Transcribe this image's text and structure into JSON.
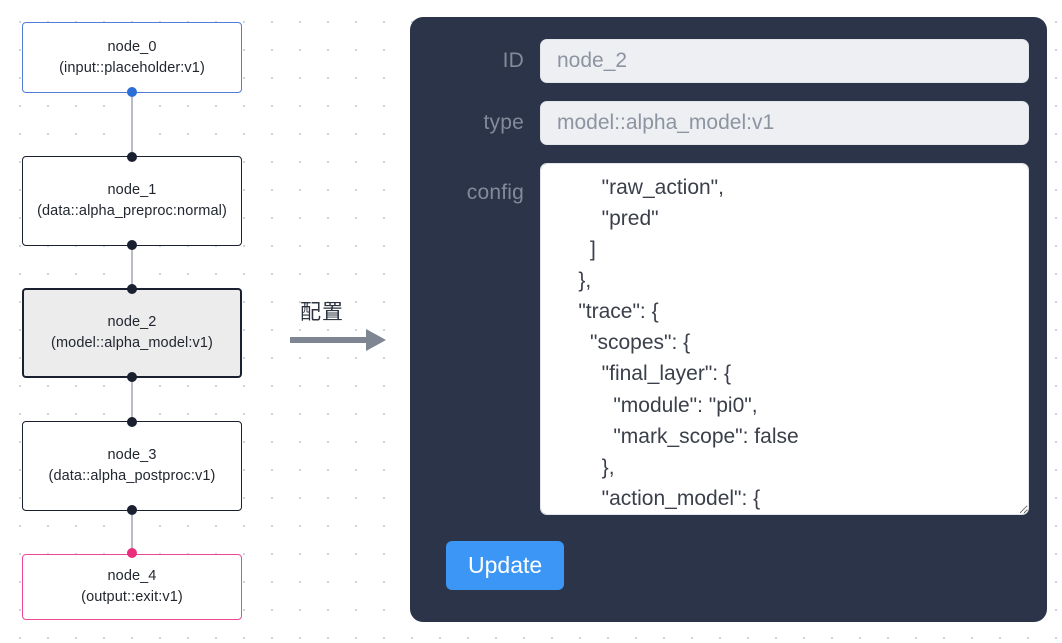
{
  "canvas": {
    "background_color": "#ffffff",
    "dot_color": "#cfd3da"
  },
  "graph": {
    "nodes": [
      {
        "id": "node_0",
        "label": "node_0\n(input::placeholder:v1)",
        "kind": "input",
        "border_color": "#4f7fd4",
        "selected": false
      },
      {
        "id": "node_1",
        "label": "node_1\n(data::alpha_preproc:normal)",
        "kind": "data",
        "border_color": "#1b2030",
        "selected": false
      },
      {
        "id": "node_2",
        "label": "node_2\n(model::alpha_model:v1)",
        "kind": "model",
        "border_color": "#1b2030",
        "selected": true
      },
      {
        "id": "node_3",
        "label": "node_3\n(data::alpha_postproc:v1)",
        "kind": "data",
        "border_color": "#1b2030",
        "selected": false
      },
      {
        "id": "node_4",
        "label": "node_4\n(output::exit:v1)",
        "kind": "output",
        "border_color": "#ec4899",
        "selected": false
      }
    ],
    "edges": [
      {
        "from": "node_0",
        "to": "node_1"
      },
      {
        "from": "node_1",
        "to": "node_2"
      },
      {
        "from": "node_2",
        "to": "node_3"
      },
      {
        "from": "node_3",
        "to": "node_4"
      }
    ]
  },
  "arrow": {
    "label": "配置",
    "color": "#7e8694"
  },
  "inspector": {
    "background_color": "#2b3449",
    "fields": {
      "id": {
        "label": "ID",
        "value": "node_2"
      },
      "type": {
        "label": "type",
        "value": "model::alpha_model:v1"
      },
      "config": {
        "label": "config",
        "value": "        \"raw_action\",\n        \"pred\"\n      ]\n    },\n    \"trace\": {\n      \"scopes\": {\n        \"final_layer\": {\n          \"module\": \"pi0\",\n          \"mark_scope\": false\n        },\n        \"action_model\": {"
      }
    },
    "update_button": {
      "label": "Update",
      "color": "#3b96f5"
    }
  }
}
